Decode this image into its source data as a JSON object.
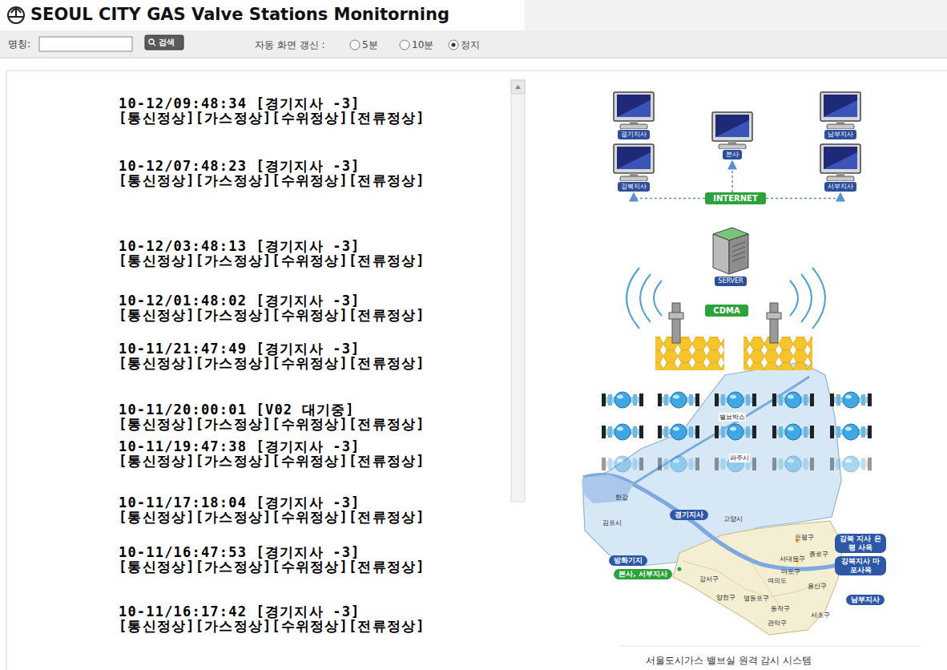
{
  "diagram": {
    "title": "SEOUL CITY GAS Valve Stations Monitorning",
    "caption": "서울도시가스 밸브실 원격 감시 시스템",
    "nodes": [
      {
        "text": [
          "경기지사"
        ]
      },
      {
        "text": [
          "본사"
        ]
      },
      {
        "text": [
          "남부지사"
        ]
      },
      {
        "text": [
          "강북지사"
        ]
      },
      {
        "text": [
          "서부지사"
        ]
      },
      {
        "text": [
          "INTERNET"
        ]
      },
      {
        "text": [
          "SERVER"
        ]
      },
      {
        "text": [
          "CDMA"
        ]
      },
      {
        "text": [
          "경기지사"
        ]
      },
      {
        "text": [
          "강북 지사 은평 사옥"
        ]
      },
      {
        "text": [
          "강북지사 마포사옥"
        ]
      },
      {
        "text": [
          "방화기지"
        ]
      },
      {
        "text": [
          "본사, 서부지사"
        ]
      },
      {
        "text": [
          "남부지사"
        ]
      }
    ],
    "edges": [
      {
        "from": 5,
        "to": 1,
        "arrow": "to"
      },
      {
        "from": 5,
        "to": 3,
        "arrow": "to"
      },
      {
        "from": 5,
        "to": 4,
        "arrow": "to"
      }
    ],
    "labels": [
      "명칭:",
      "검색",
      "자동 화면 갱신 :",
      "5분",
      "10분",
      "정지",
      "10-12/09:48:34 [경기지사 -3]",
      "[통신정상][가스정상][수위정상][전류정상]",
      "10-12/07:48:23 [경기지사 -3]",
      "[통신정상][가스정상][수위정상][전류정상]",
      "10-12/03:48:13 [경기지사 -3]",
      "[통신정상][가스정상][수위정상][전류정상]",
      "10-12/01:48:02 [경기지사 -3]",
      "[통신정상][가스정상][수위정상][전류정상]",
      "10-11/21:47:49 [경기지사 -3]",
      "[통신정상][가스정상][수위정상][전류정상]",
      "10-11/20:00:01 [V02 대기중]",
      "[통신정상][가스정상][수위정상][전류정상]",
      "10-11/19:47:38 [경기지사 -3]",
      "[통신정상][가스정상][수위정상][전류정상]",
      "10-11/17:18:04 [경기지사 -3]",
      "[통신정상][가스정상][수위정상][전류정상]",
      "10-11/16:47:53 [경기지사 -3]",
      "[통신정상][가스정상][수위정상][전류정상]",
      "10-11/16:17:42 [경기지사 -3]",
      "[통신정상][가스정상][수위정상][전류정상]",
      "밸브박스",
      "파주시",
      "한강",
      "김포시",
      "고양시",
      "은평구",
      "서대문구",
      "종로구",
      "마포구",
      "강서구",
      "용산구",
      "여의도",
      "양천구",
      "영등포구",
      "동작구",
      "서초구",
      "관악구"
    ]
  }
}
